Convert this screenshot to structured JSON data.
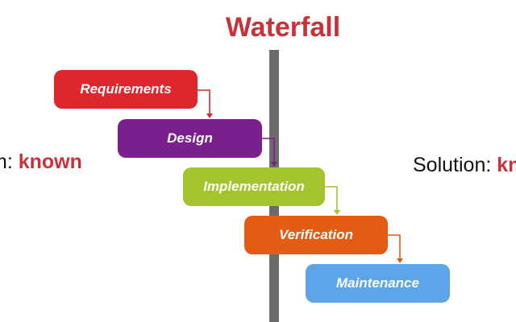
{
  "title": "Waterfall",
  "left_caption": {
    "prefix": "m: ",
    "keyword": "known"
  },
  "right_caption": {
    "prefix": "Solution: ",
    "keyword": "kn"
  },
  "stages": [
    {
      "label": "Requirements",
      "color": "#e0262d"
    },
    {
      "label": "Design",
      "color": "#7b1f8e"
    },
    {
      "label": "Implementation",
      "color": "#a3c42c"
    },
    {
      "label": "Verification",
      "color": "#e45c14"
    },
    {
      "label": "Maintenance",
      "color": "#5ba5e8"
    }
  ],
  "colors": {
    "title": "#c8323a",
    "keyword": "#c8323a",
    "center_bar": "#6b6b6b"
  }
}
